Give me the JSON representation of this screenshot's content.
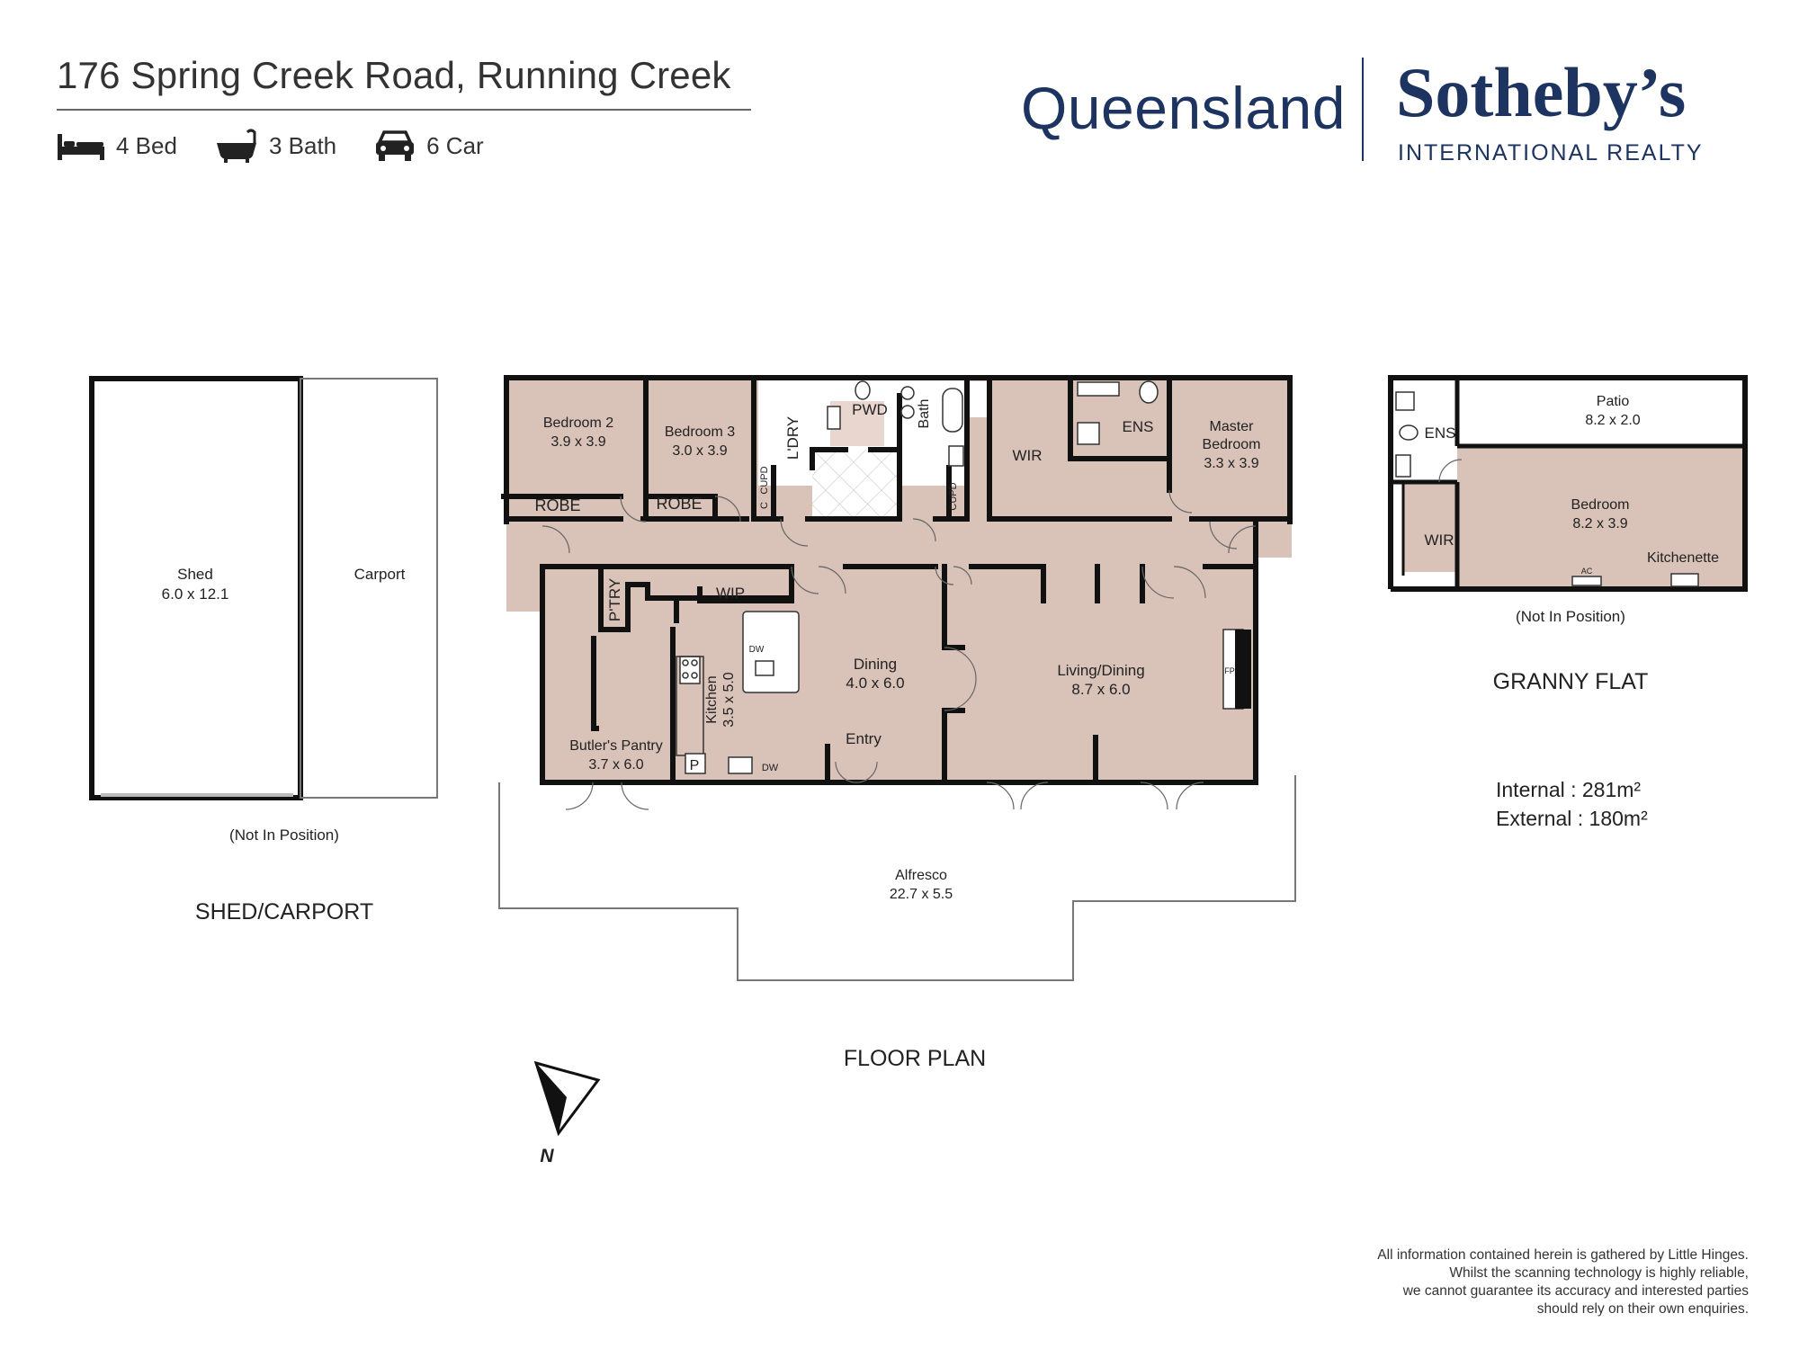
{
  "header": {
    "address": "176 Spring Creek Road, Running Creek",
    "beds": "4 Bed",
    "baths": "3 Bath",
    "cars": "6 Car"
  },
  "brand": {
    "region": "Queensland",
    "name": "Sotheby’s",
    "tagline": "INTERNATIONAL REALTY",
    "color": "#1d3461"
  },
  "colors": {
    "floor": "#d9c2b8",
    "wall": "#111111"
  },
  "shed": {
    "shed_label": "Shed",
    "shed_dims": "6.0 x 12.1",
    "carport_label": "Carport",
    "note": "(Not In Position)",
    "section_title": "SHED/CARPORT"
  },
  "rooms": {
    "bed2": "Bedroom 2",
    "bed2_dims": "3.9 x 3.9",
    "bed3": "Bedroom 3",
    "bed3_dims": "3.0 x 3.9",
    "robe": "ROBE",
    "laundry": "L'DRY",
    "cupd": "CUPD",
    "c": "C",
    "pwd": "PWD",
    "bath": "Bath",
    "wir": "WIR",
    "ens": "ENS",
    "master1": "Master",
    "master2": "Bedroom",
    "master_dims": "3.3 x 3.9",
    "ptry": "P'TRY",
    "wip": "WIP",
    "dw": "DW",
    "kitchen": "Kitchen",
    "kitchen_dims": "3.5 x 5.0",
    "dining": "Dining",
    "dining_dims": "4.0 x 6.0",
    "living": "Living/Dining",
    "living_dims": "8.7 x 6.0",
    "fp": "FP",
    "butler": "Butler's Pantry",
    "butler_dims": "3.7 x 6.0",
    "p": "P",
    "entry": "Entry",
    "alfresco": "Alfresco",
    "alfresco_dims": "22.7 x 5.5",
    "plan_title": "FLOOR PLAN",
    "north": "N"
  },
  "granny": {
    "patio": "Patio",
    "patio_dims": "8.2 x 2.0",
    "ens": "ENS",
    "wir": "WIR",
    "bedroom": "Bedroom",
    "bedroom_dims": "8.2 x 3.9",
    "kitchenette": "Kitchenette",
    "ac": "AC",
    "note": "(Not In Position)",
    "section_title": "GRANNY FLAT"
  },
  "areas": {
    "internal": "Internal  : 281m²",
    "external": "External : 180m²"
  },
  "disclaimer": [
    "All information contained herein is gathered by Little Hinges.",
    "Whilst the scanning technology is highly reliable,",
    "we cannot guarantee its accuracy and interested parties",
    "should rely on their own enquiries."
  ]
}
